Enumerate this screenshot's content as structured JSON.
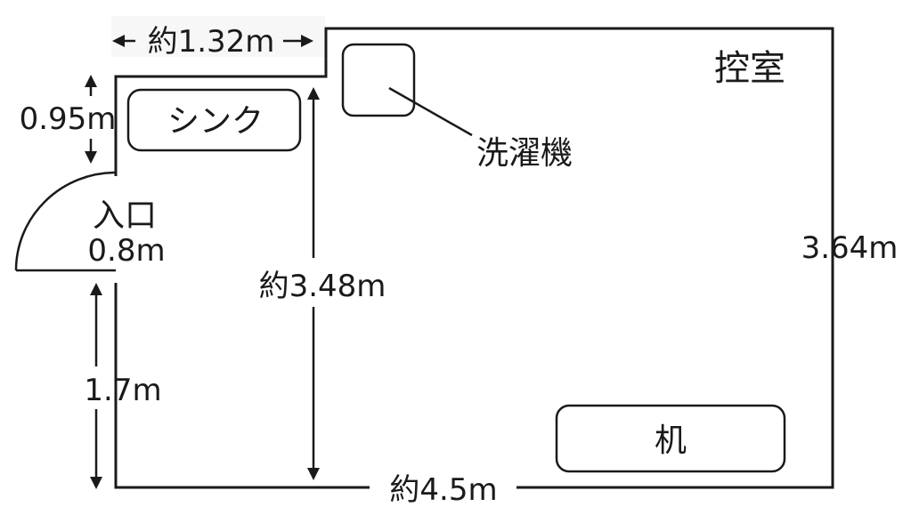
{
  "plan": {
    "room_name": "控室",
    "entrance_label": "入口",
    "entrance_width": "0.8m",
    "top_width": "約1.32m",
    "top_offset": "0.95m",
    "lower_wall": "1.7m",
    "inner_height": "約3.48m",
    "right_height": "3.64m",
    "bottom_width": "約4.5m",
    "sink_label": "シンク",
    "washer_label": "洗濯機",
    "desk_label": "机"
  }
}
